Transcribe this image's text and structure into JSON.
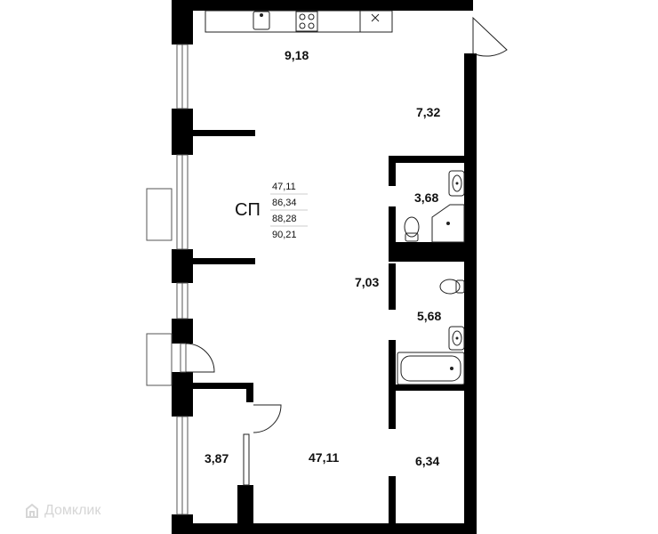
{
  "plan": {
    "code": "СП",
    "legend": [
      "47,11",
      "86,34",
      "88,28",
      "90,21"
    ],
    "rooms": [
      {
        "id": "kitchen",
        "area": "9,18"
      },
      {
        "id": "corridor-upper",
        "area": "7,32"
      },
      {
        "id": "shower-room",
        "area": "3,68"
      },
      {
        "id": "corridor-middle",
        "area": "7,03"
      },
      {
        "id": "bathroom",
        "area": "5,68"
      },
      {
        "id": "storage",
        "area": "3,87"
      },
      {
        "id": "living-room",
        "area": "47,11"
      },
      {
        "id": "room-lower-right",
        "area": "6,34"
      }
    ],
    "colors": {
      "wall": "#000000",
      "fixture": "#444444",
      "background": "#ffffff"
    }
  },
  "watermark": {
    "text": "Домклик",
    "icon": "domclick-logo-icon"
  }
}
